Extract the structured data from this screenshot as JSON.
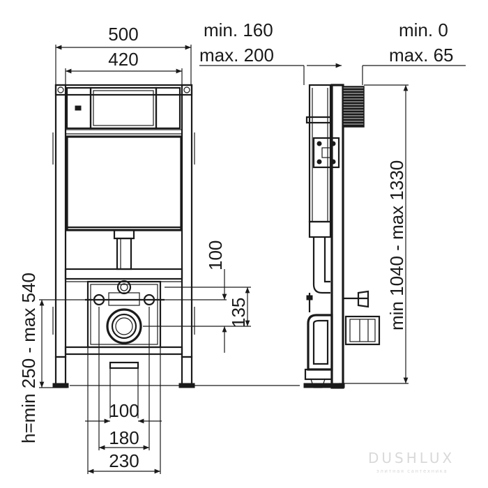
{
  "front_view": {
    "width_outer": "500",
    "width_inner": "420",
    "height_range": "h=min 250 - max 540",
    "offset_top": "100",
    "offset_pipe": "135",
    "bottom_inner": "100",
    "bottom_mid": "180",
    "bottom_outer": "230"
  },
  "side_view": {
    "depth_min": "min. 160",
    "depth_max": "max. 200",
    "wall_min": "min. 0",
    "wall_max": "max. 65",
    "height_range": "min 1040 - max 1330"
  },
  "watermark": {
    "brand": "DUSHLUX",
    "tagline": "элитная сантехника"
  },
  "colors": {
    "line": "#1a1a1a",
    "watermark": "#d9d9d9"
  }
}
